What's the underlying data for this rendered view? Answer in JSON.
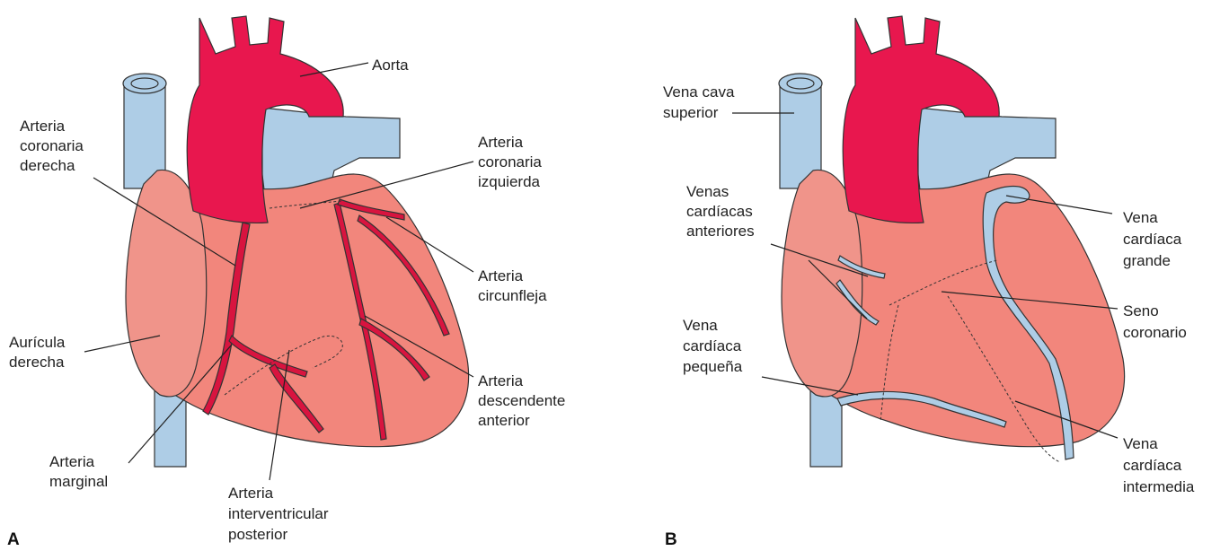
{
  "colors": {
    "heart": "#f2867c",
    "heart_shade": "#ee7a70",
    "atrium": "#f0948a",
    "aorta": "#e8174e",
    "vein": "#aecde6",
    "vessel_red": "#d8143f"
  },
  "panel_a": {
    "letter": "A",
    "labels": {
      "aorta": [
        "Aorta"
      ],
      "rca": [
        "Arteria",
        "coronaria",
        "derecha"
      ],
      "lca": [
        "Arteria",
        "coronaria",
        "izquierda"
      ],
      "circumflex": [
        "Arteria",
        "circunfleja"
      ],
      "right_atrium": [
        "Aurícula",
        "derecha"
      ],
      "lad": [
        "Arteria",
        "descendente",
        "anterior"
      ],
      "marginal": [
        "Arteria",
        "marginal"
      ],
      "posterior": [
        "Arteria",
        "interventricular",
        "posterior"
      ]
    }
  },
  "panel_b": {
    "letter": "B",
    "labels": {
      "svc": [
        "Vena cava",
        "superior"
      ],
      "anterior_veins": [
        "Venas",
        "cardíacas",
        "anteriores"
      ],
      "great_vein": [
        "Vena",
        "cardíaca",
        "grande"
      ],
      "sinus": [
        "Seno",
        "coronario"
      ],
      "small_vein": [
        "Vena",
        "cardíaca",
        "pequeña"
      ],
      "middle_vein": [
        "Vena",
        "cardíaca",
        "intermedia"
      ]
    }
  }
}
